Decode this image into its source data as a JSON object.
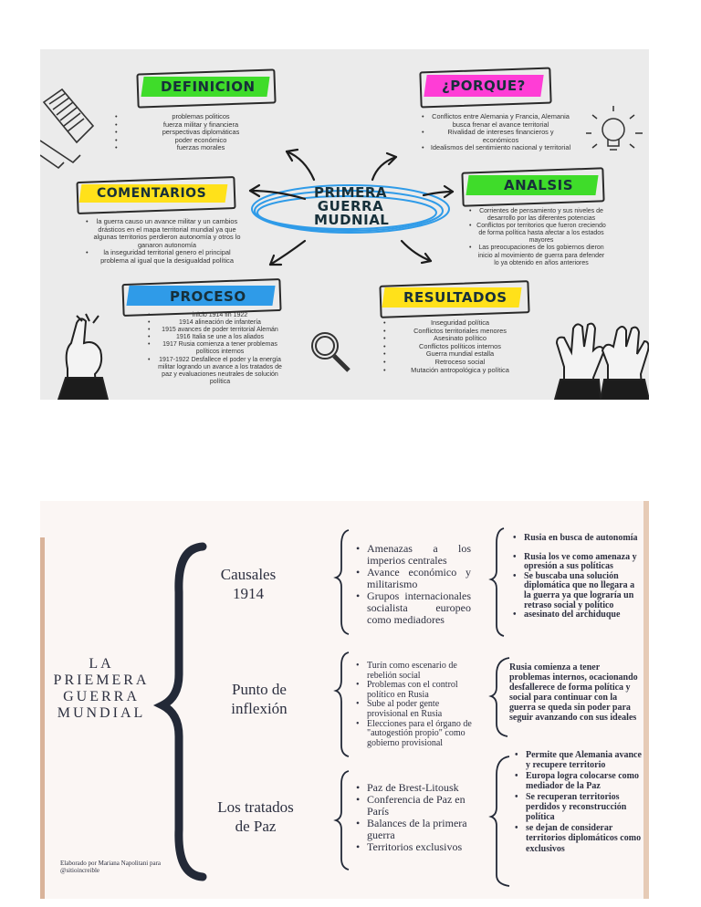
{
  "mindmap": {
    "center_title": [
      "PRIMERA",
      "GUERRA",
      "MUDNIAL"
    ],
    "definicion": {
      "title": "DEFINICION",
      "items": [
        "problemas politicos",
        "fuerza militar y financiera",
        "perspectivas diplomáticas",
        "poder económico",
        "fuerzas morales"
      ]
    },
    "porque": {
      "title": "¿PORQUE?",
      "items": [
        "Conflictos entre Alemania y Francia, Alemania busca frenar el avance territorial",
        "Rivalidad de intereses financieros y económicos",
        "Idealismos del sentimiento nacional y territorial"
      ]
    },
    "comentarios": {
      "title": "COMENTARIOS",
      "items": [
        "la guerra causo un avance militar y un cambios drásticos en el mapa territorial mundial ya que algunas territorios perdieron autonomía y otros lo ganaron autonomía",
        "la inseguridad territorial genero el principal problema al igual que la desigualdad política"
      ]
    },
    "analsis": {
      "title": "ANALSIS",
      "items": [
        "Corrientes de pensamiento y sus niveles de desarrollo por las diferentes potencias",
        "Conflictos por territorios que fueron creciendo de forma política hasta afectar a los estados mayores",
        "Las preocupaciones de los gobiernos dieron inicio al movimiento de guerra para defender lo ya obtenido en años anteriores"
      ]
    },
    "proceso": {
      "title": "PROCESO",
      "items": [
        "inicio 1914 fin 1922",
        "1914 alineación de infantería",
        "1915 avances de poder territorial Alemán",
        "1916 Italia se une a los aliados",
        "1917 Rusia comienza a tener problemas políticos internos",
        "1917-1922 Desfallece el poder y la energía militar logrando un avance a los tratados de paz y evaluaciones neutrales de solución política"
      ]
    },
    "resultados": {
      "title": "RESULTADOS",
      "items": [
        "Inseguridad política",
        "Conflictos territoriales menores",
        "Asesinato político",
        "Conflictos políticos internos",
        "Guerra mundial estalla",
        "Retroceso social",
        "Mutación antropológica y política"
      ]
    },
    "colors": {
      "green": "#3fdc2a",
      "magenta": "#ff3dd6",
      "yellow": "#ffe11a",
      "blue": "#2f9be8",
      "background": "#ebebeb"
    },
    "icons": [
      "notebook-icon",
      "lightbulb-icon",
      "hand-pointing-icon",
      "magnifier-icon",
      "raised-hands-icon",
      "arrow-icon"
    ]
  },
  "table": {
    "title": [
      "LA",
      "PRIEMERA",
      "GUERRA",
      "MUNDIAL"
    ],
    "rows": [
      {
        "label": [
          "Causales",
          "1914"
        ],
        "middle": [
          "Amenazas a los imperios centrales",
          "Avance económico y militarismo",
          "Grupos internacionales socialista europeo como mediadores"
        ],
        "right": [
          "Rusia en busca de autonomía",
          "Rusia los ve como amenaza y opresión a sus políticas",
          "Se buscaba una solución diplomática que no llegara a la guerra ya que lograría un retraso social y político",
          "asesinato del archiduque"
        ]
      },
      {
        "label": [
          "Punto de",
          "inflexión"
        ],
        "middle": [
          "Turín como escenario de rebelión social",
          "Problemas con el control político en Rusia",
          "Sube al poder gente provisional en Rusia",
          "Elecciones para el órgano de \"autogestión propio\" como gobierno provisional"
        ],
        "right_text": "Rusia comienza a tener problemas internos, ocacionando desfallerece de forma política y social para continuar con la guerra se queda sin poder para seguir avanzando con sus ideales"
      },
      {
        "label": [
          "Los tratados",
          "de Paz"
        ],
        "middle": [
          "Paz de Brest-Litousk",
          "Conferencia de Paz en París",
          "Balances de la primera guerra",
          "Territorios exclusivos"
        ],
        "right": [
          "Permite que Alemania avance y recupere territorio",
          "Europa logra colocarse como mediador de la Paz",
          "Se recuperan territorios perdidos y reconstrucción política",
          "se dejan de considerar territorios diplomáticos como exclusivos"
        ]
      }
    ],
    "credit": [
      "Elaborado por Mariana Napolitani para",
      "@sitioincreible"
    ],
    "colors": {
      "background": "#fbf6f4",
      "brace": "#232937",
      "text": "#2d3040"
    }
  }
}
